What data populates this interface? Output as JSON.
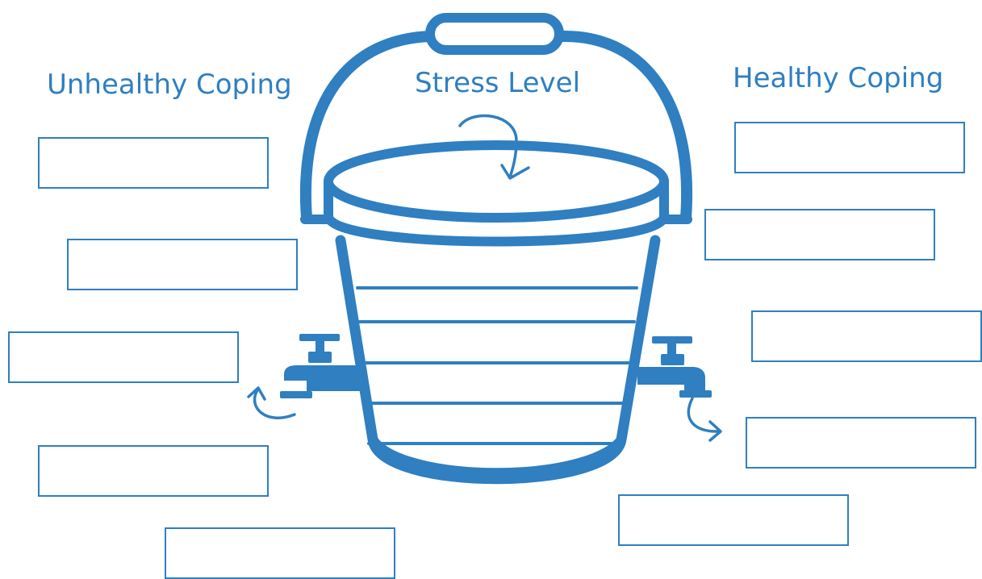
{
  "headings": {
    "unhealthy": "Unhealthy Coping",
    "stress": "Stress Level",
    "healthy": "Healthy Coping"
  },
  "colors": {
    "accent": "#2f7fc1",
    "background": "#ffffff"
  },
  "unhealthy_boxes": [
    "",
    "",
    "",
    "",
    ""
  ],
  "healthy_boxes": [
    "",
    "",
    "",
    "",
    ""
  ],
  "icons": [
    "bucket-icon",
    "faucet-icon",
    "curved-arrow-icon"
  ]
}
